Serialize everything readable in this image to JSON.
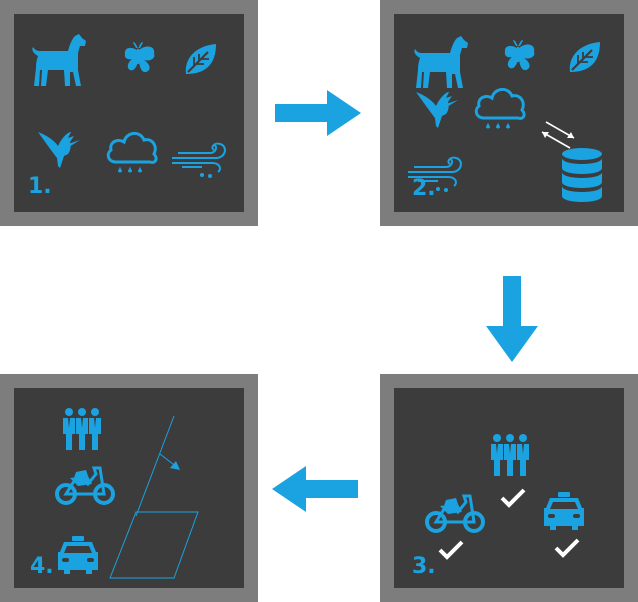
{
  "colors": {
    "accent": "#1aa3e0",
    "panel_frame": "#7d7d7d",
    "panel_fill": "#3c3c3c",
    "check": "#ffffff"
  },
  "panels": [
    {
      "step": "1.",
      "icons": [
        "dog-icon",
        "butterfly-icon",
        "leaf-icon",
        "hummingbird-icon",
        "rain-cloud-icon",
        "wind-icon"
      ]
    },
    {
      "step": "2.",
      "icons": [
        "dog-icon",
        "butterfly-icon",
        "leaf-icon",
        "hummingbird-icon",
        "rain-cloud-icon",
        "wind-icon",
        "sync-arrows-icon",
        "database-icon"
      ]
    },
    {
      "step": "3.",
      "icons": [
        "people-group-icon",
        "motorcycle-icon",
        "taxi-icon",
        "checkmark-icon"
      ]
    },
    {
      "step": "4.",
      "icons": [
        "people-group-icon",
        "motorcycle-icon",
        "taxi-icon",
        "decision-boundary-icon"
      ]
    }
  ],
  "flow_arrows": [
    "arrow-right",
    "arrow-down",
    "arrow-left"
  ]
}
